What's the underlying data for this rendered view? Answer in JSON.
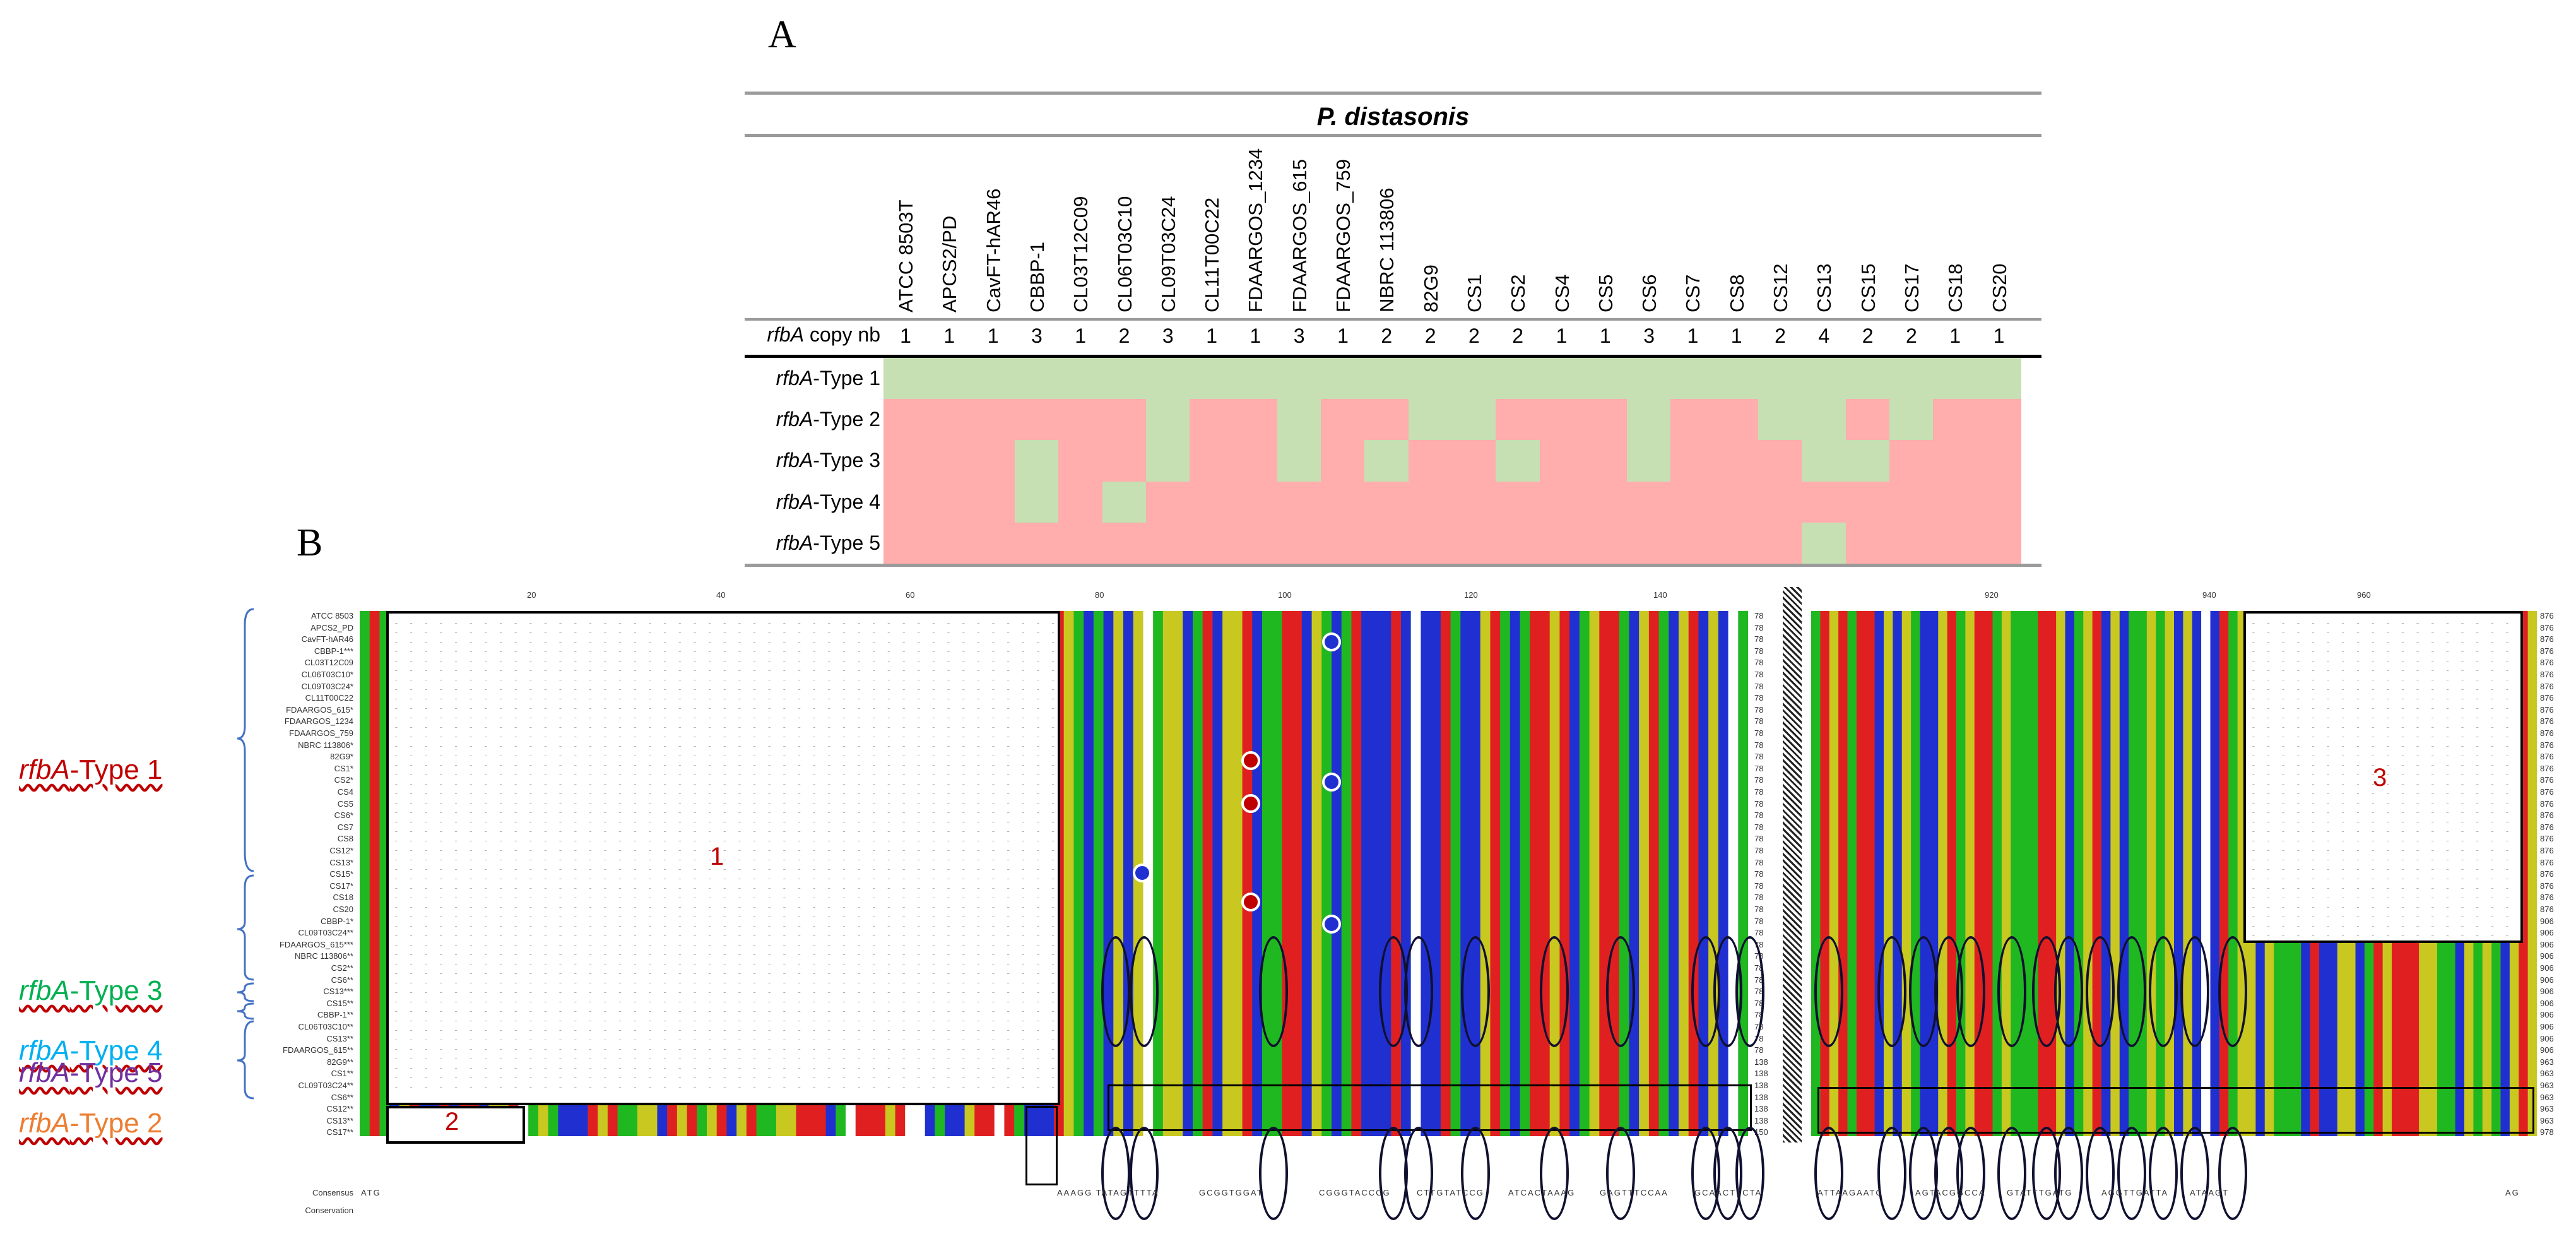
{
  "panelA": {
    "letter": "A",
    "species": "P. distasonis",
    "strains": [
      "ATCC 8503T",
      "APCS2/PD",
      "CavFT-hAR46",
      "CBBP-1",
      "CL03T12C09",
      "CL06T03C10",
      "CL09T03C24",
      "CL11T00C22",
      "FDAARGOS_1234",
      "FDAARGOS_615",
      "FDAARGOS_759",
      "NBRC 113806",
      "82G9",
      "CS1",
      "CS2",
      "CS4",
      "CS5",
      "CS6",
      "CS7",
      "CS8",
      "CS12",
      "CS13",
      "CS15",
      "CS17",
      "CS18",
      "CS20"
    ],
    "copy_label_italic": "rfbA",
    "copy_label_rest": " copy nb",
    "copy_numbers": [
      "1",
      "1",
      "1",
      "3",
      "1",
      "2",
      "3",
      "1",
      "1",
      "3",
      "1",
      "2",
      "2",
      "2",
      "2",
      "1",
      "1",
      "3",
      "1",
      "1",
      "2",
      "4",
      "2",
      "2",
      "1",
      "1"
    ],
    "types": [
      {
        "italic": "rfbA",
        "rest": "-Type 1",
        "presence": [
          1,
          1,
          1,
          1,
          1,
          1,
          1,
          1,
          1,
          1,
          1,
          1,
          1,
          1,
          1,
          1,
          1,
          1,
          1,
          1,
          1,
          1,
          1,
          1,
          1,
          1
        ]
      },
      {
        "italic": "rfbA",
        "rest": "-Type 2",
        "presence": [
          0,
          0,
          0,
          0,
          0,
          0,
          1,
          0,
          0,
          1,
          0,
          0,
          1,
          1,
          0,
          0,
          0,
          1,
          0,
          0,
          1,
          1,
          0,
          1,
          0,
          0
        ]
      },
      {
        "italic": "rfbA",
        "rest": "-Type 3",
        "presence": [
          0,
          0,
          0,
          1,
          0,
          0,
          1,
          0,
          0,
          1,
          0,
          1,
          0,
          0,
          1,
          0,
          0,
          1,
          0,
          0,
          0,
          1,
          1,
          0,
          0,
          0
        ]
      },
      {
        "italic": "rfbA",
        "rest": "-Type 4",
        "presence": [
          0,
          0,
          0,
          1,
          0,
          1,
          0,
          0,
          0,
          0,
          0,
          0,
          0,
          0,
          0,
          0,
          0,
          0,
          0,
          0,
          0,
          0,
          0,
          0,
          0,
          0
        ]
      },
      {
        "italic": "rfbA",
        "rest": "-Type 5",
        "presence": [
          0,
          0,
          0,
          0,
          0,
          0,
          0,
          0,
          0,
          0,
          0,
          0,
          0,
          0,
          0,
          0,
          0,
          0,
          0,
          0,
          0,
          1,
          0,
          0,
          0,
          0
        ]
      }
    ],
    "colors": {
      "present": "#c6e0b4",
      "absent": "#ffadad"
    }
  },
  "panelB": {
    "letter": "B",
    "type_labels": [
      {
        "italic": "rfbA",
        "rest": "-Type 1",
        "color": "#c00000"
      },
      {
        "italic": "rfbA",
        "rest": "-Type 3",
        "color": "#00b050"
      },
      {
        "italic": "rfbA",
        "rest": "-Type 4",
        "color": "#00b0f0"
      },
      {
        "italic": "rfbA",
        "rest": "-Type 5",
        "color": "#7030a0"
      },
      {
        "italic": "rfbA",
        "rest": "-Type 2",
        "color": "#ed7d31"
      }
    ],
    "box_numbers": [
      "1",
      "2",
      "3"
    ],
    "seq_names": [
      "ATCC 8503",
      "APCS2_PD",
      "CavFT-hAR46",
      "CBBP-1***",
      "CL03T12C09",
      "CL06T03C10*",
      "CL09T03C24*",
      "CL11T00C22",
      "FDAARGOS_615*",
      "FDAARGOS_1234",
      "FDAARGOS_759",
      "NBRC 113806*",
      "82G9*",
      "CS1*",
      "CS2*",
      "CS4",
      "CS5",
      "CS6*",
      "CS7",
      "CS8",
      "CS12*",
      "CS13*",
      "CS15*",
      "CS17*",
      "CS18",
      "CS20",
      "CBBP-1*",
      "CL09T03C24**",
      "FDAARGOS_615***",
      "NBRC 113806**",
      "CS2**",
      "CS6**",
      "CS13***",
      "CS15**",
      "CBBP-1**",
      "CL06T03C10**",
      "CS13**",
      "FDAARGOS_615**",
      "82G9**",
      "CS1**",
      "CL09T03C24**",
      "CS6**",
      "CS12**",
      "CS13**",
      "CS17**"
    ],
    "left_len_labels": [
      "78",
      "78",
      "78",
      "78",
      "78",
      "78",
      "78",
      "78",
      "78",
      "78",
      "78",
      "78",
      "78",
      "78",
      "78",
      "78",
      "78",
      "78",
      "78",
      "78",
      "78",
      "78",
      "78",
      "78",
      "78",
      "78",
      "78",
      "78",
      "78",
      "78",
      "78",
      "78",
      "78",
      "78",
      "78",
      "78",
      "78",
      "78",
      "138",
      "138",
      "138",
      "138",
      "138",
      "138",
      "150"
    ],
    "right_len_labels": [
      "876",
      "876",
      "876",
      "876",
      "876",
      "876",
      "876",
      "876",
      "876",
      "876",
      "876",
      "876",
      "876",
      "876",
      "876",
      "876",
      "876",
      "876",
      "876",
      "876",
      "876",
      "876",
      "876",
      "876",
      "876",
      "876",
      "906",
      "906",
      "906",
      "906",
      "906",
      "906",
      "906",
      "906",
      "906",
      "906",
      "906",
      "906",
      "963",
      "963",
      "963",
      "963",
      "963",
      "963",
      "978"
    ],
    "ruler_left": [
      "20",
      "40",
      "60",
      "80",
      "100",
      "120",
      "140"
    ],
    "ruler_right": [
      "920",
      "940",
      "960"
    ],
    "consensus_label": "Consensus",
    "conservation_label": "Conservation",
    "consensus_left": [
      "ATG",
      "AAAGG TATAGTTTTA",
      "GCGGTGGAT",
      "CGGGTACCCG",
      "CTTGTATCCG",
      "ATCACTAAAG",
      "GAGTTTCCAA",
      "GCAACTTCTA"
    ],
    "consensus_right": [
      "ATTAAGAATC",
      "AGTACGGCCA",
      "GTATTTGATG",
      "AGGTTGATTA",
      "ATAAGT",
      "AG"
    ],
    "nucleotide_colors": {
      "A": "#e02020",
      "C": "#2030d0",
      "G": "#c8c820",
      "T": "#20b820"
    }
  }
}
